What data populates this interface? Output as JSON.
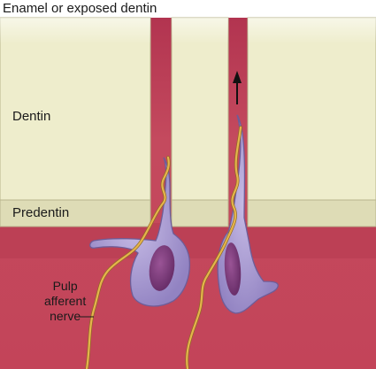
{
  "labels": {
    "top": "Enamel or exposed dentin",
    "dentin": "Dentin",
    "predentin": "Predentin",
    "nerve": [
      "Pulp",
      "afferent",
      "nerve"
    ]
  },
  "colors": {
    "pulp": "#c2435a",
    "pulp_dark": "#9e2a3e",
    "dentin": "#eeedcc",
    "predentin": "#dedcb6",
    "odontoblast": "#a99ad0",
    "odontoblast_edge": "#6e5d98",
    "nucleus": "#7a3b78",
    "nerve": "#e2b14a"
  },
  "icons": [
    "fluid-flow-arrow"
  ]
}
